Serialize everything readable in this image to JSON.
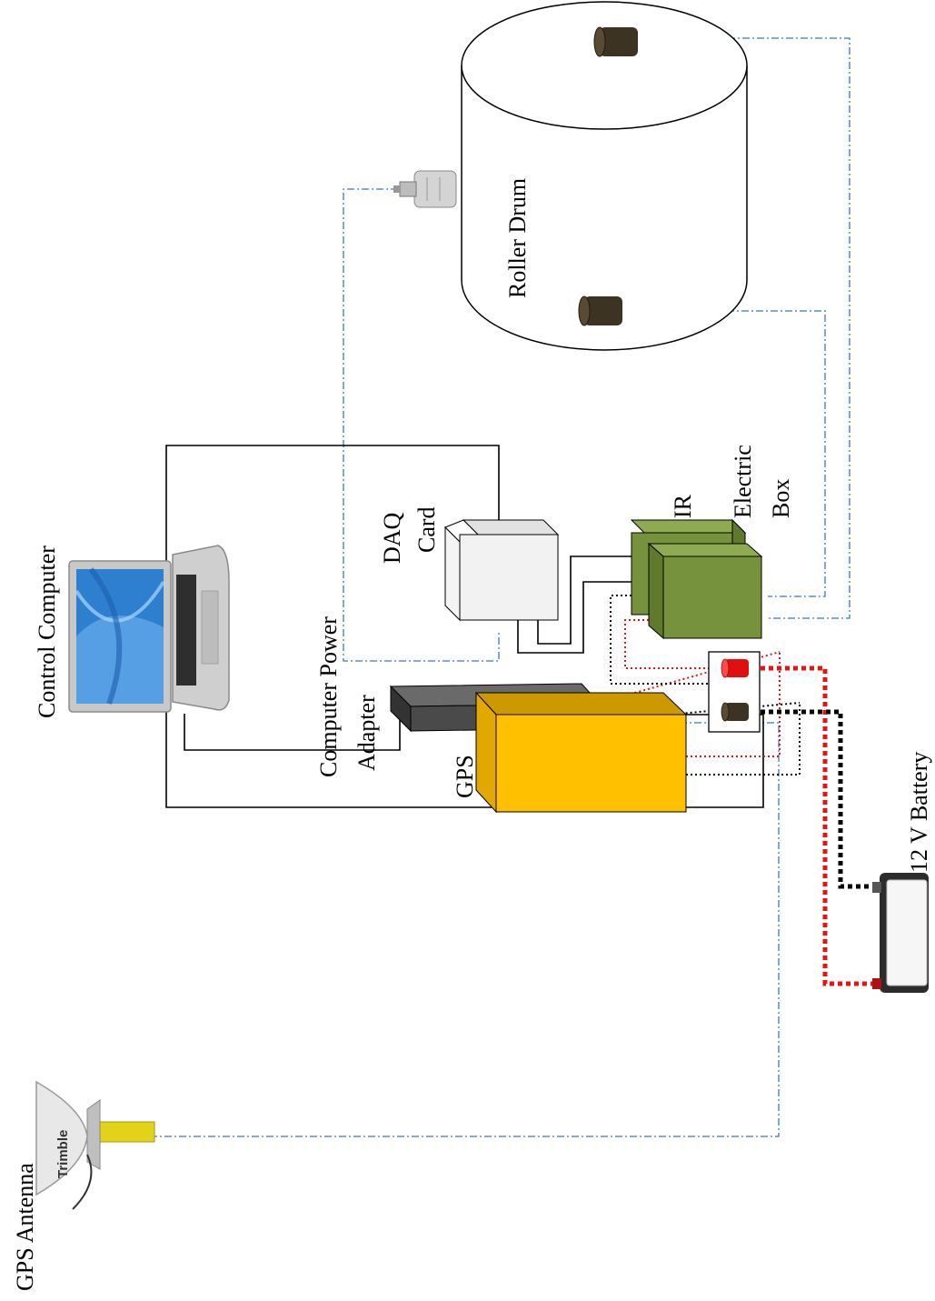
{
  "labels": {
    "roller_drum": "Roller Drum",
    "control_computer": "Control Computer",
    "daq_card": [
      "DAQ",
      "Card"
    ],
    "ir": "IR",
    "electric_box": [
      "Electric",
      "Box"
    ],
    "computer_power_adapter": [
      "Computer Power",
      "Adapter"
    ],
    "gps": "GPS",
    "battery": "12 V Battery",
    "gps_antenna": "GPS Antenna",
    "antenna_brand": "Trimble"
  },
  "colors": {
    "signal_line": "#3b78c8",
    "power_positive": "#ee1111",
    "power_negative": "#000000",
    "ir_box": "#76923c",
    "gps_box": "#ffc000",
    "adapter": "#4a4a4a",
    "sensor": "#3d3322"
  },
  "icons": {
    "computer": "laptop-icon",
    "antenna": "gps-antenna-icon",
    "battery": "battery-icon",
    "accelerometer": "accelerometer-icon"
  }
}
